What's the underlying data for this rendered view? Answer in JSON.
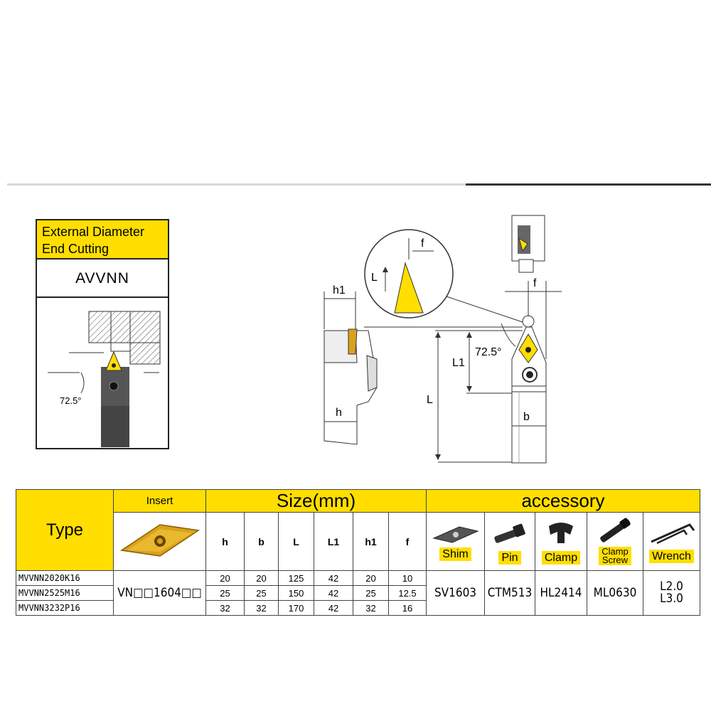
{
  "card": {
    "title_line1": "External Diameter",
    "title_line2": "End Cutting",
    "code": "AVVNN",
    "angle": "72.5°"
  },
  "drawing": {
    "label_f": "f",
    "label_L": "L",
    "label_h1": "h1",
    "label_h": "h",
    "label_L1": "L1",
    "label_b": "b",
    "angle": "72.5°"
  },
  "table": {
    "type_label": "Type",
    "insert_label": "Insert",
    "size_label": "Size(mm)",
    "accessory_label": "accessory",
    "columns": [
      "h",
      "b",
      "L",
      "L1",
      "h1",
      "f"
    ],
    "rows": [
      {
        "model": "MVVNN2020K16",
        "h": "20",
        "b": "20",
        "L": "125",
        "L1": "42",
        "h1": "20",
        "f": "10"
      },
      {
        "model": "MVVNN2525M16",
        "h": "25",
        "b": "25",
        "L": "150",
        "L1": "42",
        "h1": "25",
        "f": "12.5"
      },
      {
        "model": "MVVNN3232P16",
        "h": "32",
        "b": "32",
        "L": "170",
        "L1": "42",
        "h1": "32",
        "f": "16"
      }
    ],
    "insert_code": "VN□□1604□□",
    "accessories": {
      "shim_label": "Shim",
      "pin_label": "Pin",
      "clamp_label": "Clamp",
      "clamp_screw_line1": "Clamp",
      "clamp_screw_line2": "Screw",
      "wrench_label": "Wrench",
      "shim": "SV1603",
      "pin": "CTM513",
      "clamp": "HL2414",
      "clamp_screw": "ML0630",
      "wrench_line1": "L2.0",
      "wrench_line2": "L3.0"
    }
  },
  "colors": {
    "accent_yellow": "#ffde00",
    "insert_gold": "#d9a21b"
  }
}
